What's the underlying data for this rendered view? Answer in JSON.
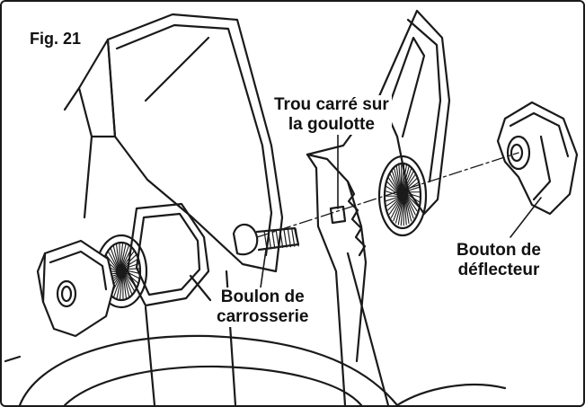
{
  "figure": {
    "title": "Fig. 21",
    "labels": {
      "square_hole": [
        "Trou carré sur",
        "la goulotte"
      ],
      "deflector_knob": [
        "Bouton de",
        "déflecteur"
      ],
      "carriage_bolt": [
        "Boulon de",
        "carrosserie"
      ]
    }
  }
}
